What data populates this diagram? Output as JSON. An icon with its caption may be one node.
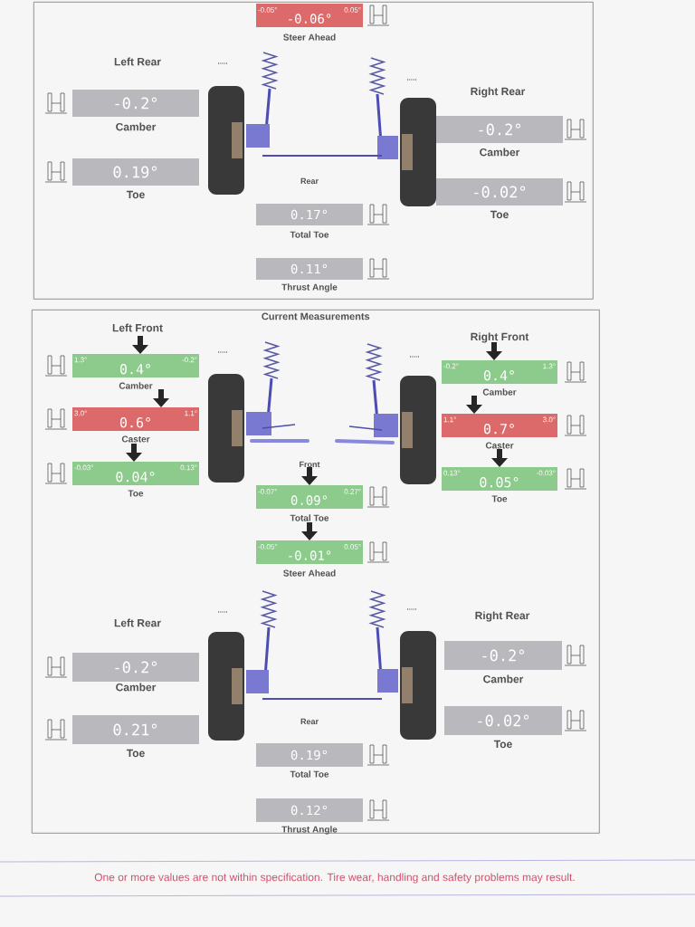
{
  "diagram": {
    "nodes": [
      {
        "text": [],
        "shape": "box"
      },
      {
        "text": [
          "-0.05°",
          "-0.06°",
          "0.05°"
        ],
        "beside": [
          "Steer Ahead"
        ],
        "in": 0
      },
      {
        "text": [
          "-0.2°"
        ],
        "beside": [
          "Camber"
        ],
        "in": 0
      },
      {
        "text": [
          "0.19°"
        ],
        "beside": [
          "Toe"
        ],
        "in": 0
      },
      {
        "text": [
          "-0.2°"
        ],
        "beside": [
          "Camber"
        ],
        "in": 0
      },
      {
        "text": [
          "-0.02°"
        ],
        "beside": [
          "Toe"
        ],
        "in": 0
      },
      {
        "text": [
          "0.17°"
        ],
        "beside": [
          "Total Toe"
        ],
        "in": 0
      },
      {
        "text": [
          "0.11°"
        ],
        "beside": [
          "Thrust Angle"
        ],
        "in": 0
      },
      {
        "text": [
          "Current Measurements"
        ]
      },
      {
        "text": [
          "1.3°",
          "0.4°",
          "-0.2°"
        ],
        "beside": [
          "Camber"
        ],
        "in": 8
      },
      {
        "text": [
          "3.0°",
          "0.6°",
          "1.1°"
        ],
        "beside": [
          "Caster"
        ],
        "in": 8
      },
      {
        "text": [
          "-0.03°",
          "0.04°",
          "0.13°"
        ],
        "beside": [
          "Toe"
        ],
        "in": 8
      },
      {
        "text": [
          "-0.2°",
          "0.4°",
          "1.3°"
        ],
        "beside": [
          "Camber"
        ],
        "in": 8
      },
      {
        "text": [
          "1.1°",
          "0.7°",
          "3.0°"
        ],
        "beside": [
          "Caster"
        ],
        "in": 8
      },
      {
        "text": [
          "0.13°",
          "0.05°",
          "-0.03°"
        ],
        "beside": [
          "Toe"
        ],
        "in": 8
      },
      {
        "text": [
          "-0.07°",
          "0.09°",
          "0.27°"
        ],
        "beside": [
          "Total Toe"
        ],
        "in": 8
      },
      {
        "text": [
          "-0.05°",
          "-0.01°",
          "0.05°"
        ],
        "beside": [
          "Steer Ahead"
        ],
        "in": 8
      },
      {
        "text": [
          "-0.2°"
        ],
        "beside": [
          "Camber"
        ],
        "in": 8
      },
      {
        "text": [
          "0.21°"
        ],
        "beside": [
          "Toe"
        ],
        "in": 8
      },
      {
        "text": [
          "-0.2°"
        ],
        "beside": [
          "Camber"
        ],
        "in": 8
      },
      {
        "text": [
          "-0.02°"
        ],
        "beside": [
          "Toe"
        ],
        "in": 8
      },
      {
        "text": [
          "0.19°"
        ],
        "beside": [
          "Total Toe"
        ],
        "in": 8
      },
      {
        "text": [
          "0.12°"
        ],
        "beside": [
          "Thrust Angle"
        ],
        "in": 8
      }
    ],
    "labels": [
      "Left Rear",
      ".....",
      ".....",
      "Right Rear",
      "Rear",
      "Left Front",
      ".....",
      ".....",
      "Right Front",
      "Front",
      ".....",
      ".....",
      "Left Rear",
      "Right Rear",
      "Rear",
      "One or more values are not within specification.  Tire wear, handling and safety problems may result."
    ]
  }
}
